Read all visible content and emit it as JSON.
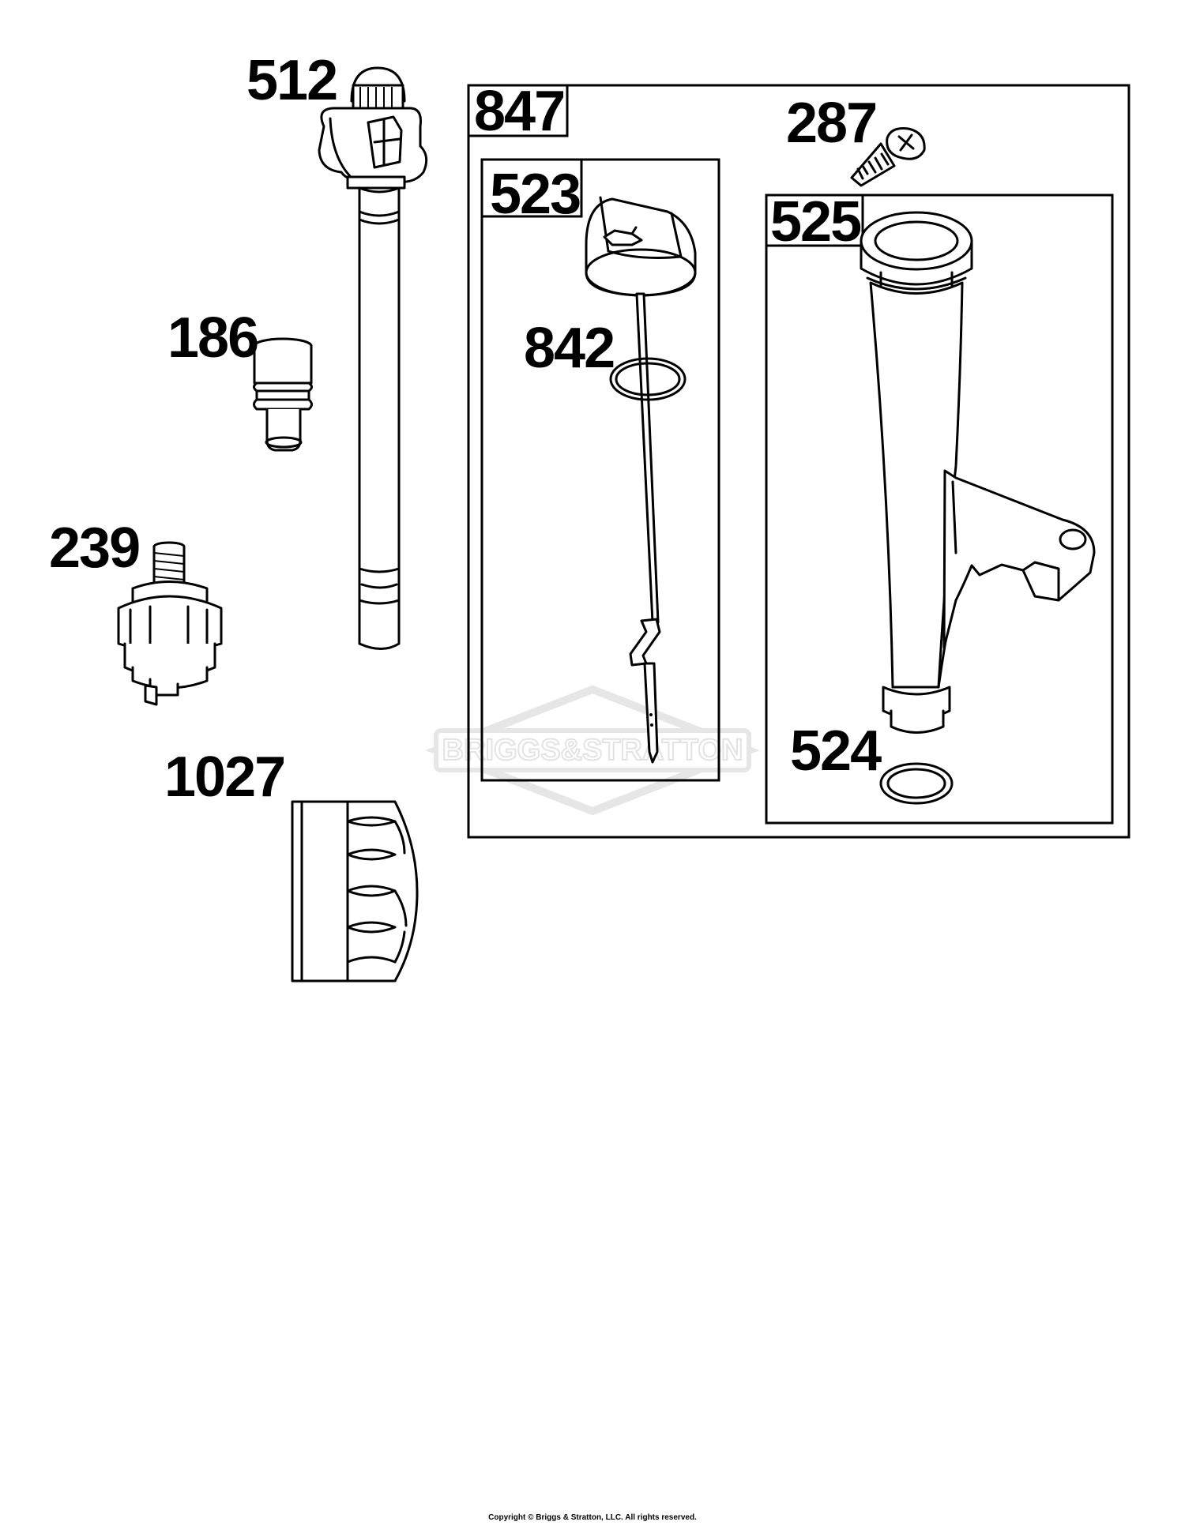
{
  "parts": {
    "p512": "512",
    "p186": "186",
    "p239": "239",
    "p1027": "1027",
    "p847": "847",
    "p287": "287",
    "p523": "523",
    "p842": "842",
    "p525": "525",
    "p524": "524"
  },
  "watermark": "BRIGGS&STRATTON",
  "copyright": "Copyright © Briggs & Stratton, LLC. All rights reserved.",
  "colors": {
    "ink": "#000000",
    "watermark": "#e6e6e6",
    "background": "#ffffff"
  }
}
